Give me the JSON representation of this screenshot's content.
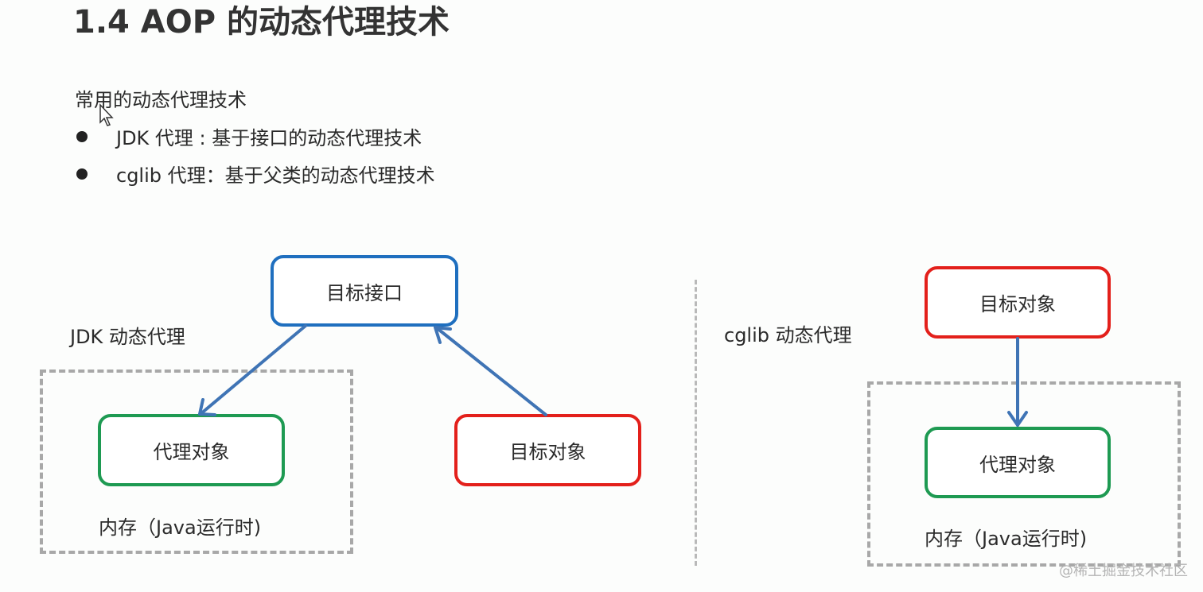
{
  "slide": {
    "title": "1.4 AOP 的动态代理技术",
    "subtitle": "常用的动态代理技术",
    "bullets": [
      "JDK 代理 : 基于接口的动态代理技术",
      "cglib 代理：基于父类的动态代理技术"
    ]
  },
  "diagram_jdk": {
    "label": "JDK 动态代理",
    "target_interface": "目标接口",
    "proxy_object": "代理对象",
    "target_object": "目标对象",
    "memory_label": "内存（Java运行时)"
  },
  "diagram_cglib": {
    "label": "cglib 动态代理",
    "target_object": "目标对象",
    "proxy_object": "代理对象",
    "memory_label": "内存（Java运行时)"
  },
  "watermark": "@稀土掘金技术社区",
  "colors": {
    "interface_border": "#1f6fbf",
    "proxy_border": "#1e9a52",
    "target_border": "#e3201b",
    "arrow": "#3f74b5",
    "dashed": "#a8a8a8"
  }
}
